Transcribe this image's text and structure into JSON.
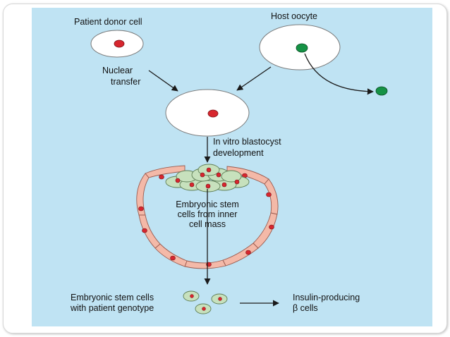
{
  "labels": {
    "patient_donor_cell": "Patient donor cell",
    "host_oocyte": "Host oocyte",
    "nuclear_transfer_1": "Nuclear",
    "nuclear_transfer_2": "transfer",
    "in_vitro_1": "In vitro blastocyst",
    "in_vitro_2": "development",
    "esc_inner_1": "Embryonic stem",
    "esc_inner_2": "cells from inner",
    "esc_inner_3": "cell mass",
    "esc_patient_1": "Embryonic stem cells",
    "esc_patient_2": "with patient genotype",
    "insulin_1": "Insulin-producing",
    "insulin_2": "β cells"
  },
  "colors": {
    "panel_background": "#bfe3f3",
    "cell_fill": "#ffffff",
    "donor_nucleus": "#d7262e",
    "oocyte_nucleus": "#159245",
    "trophoblast_fill": "#f4b9a8",
    "stem_cell_fill": "#c7e1bd",
    "arrow": "#1a1a1a"
  }
}
